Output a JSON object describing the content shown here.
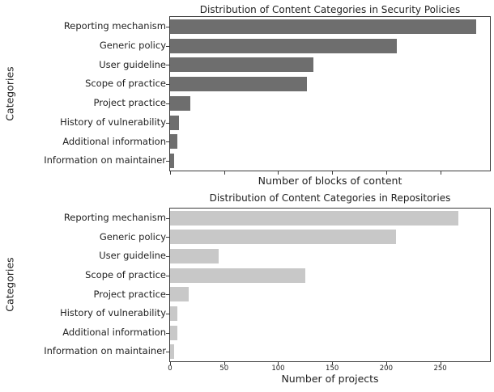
{
  "figure": {
    "background": "#ffffff",
    "text_color": "#1f1f1f",
    "axis_color": "#3b3b3b"
  },
  "chart_data": [
    {
      "type": "bar",
      "orientation": "horizontal",
      "title": "Distribution of Content Categories in Security Policies",
      "xlabel": "Number of blocks of content",
      "ylabel": "Categories",
      "categories": [
        "Reporting mechanism",
        "Generic policy",
        "User guideline",
        "Scope of practice",
        "Project practice",
        "History of vulnerability",
        "Additional information",
        "Information on maintainer"
      ],
      "values": [
        283,
        210,
        133,
        127,
        19,
        8,
        7,
        4
      ],
      "xlim": [
        0,
        296
      ],
      "xticks": [
        0,
        50,
        100,
        150,
        200,
        250
      ],
      "show_xtick_labels": false,
      "grid": false,
      "legend": null,
      "bar_color": "#6e6e6e"
    },
    {
      "type": "bar",
      "orientation": "horizontal",
      "title": "Distribution of Content Categories in Repositories",
      "xlabel": "Number of projects",
      "ylabel": "Categories",
      "categories": [
        "Reporting mechanism",
        "Generic policy",
        "User guideline",
        "Scope of practice",
        "Project practice",
        "History of vulnerability",
        "Additional information",
        "Information on maintainer"
      ],
      "values": [
        267,
        209,
        45,
        125,
        17,
        7,
        7,
        4
      ],
      "xlim": [
        0,
        296
      ],
      "xticks": [
        0,
        50,
        100,
        150,
        200,
        250
      ],
      "show_xtick_labels": true,
      "grid": false,
      "legend": null,
      "bar_color": "#c8c8c8"
    }
  ]
}
